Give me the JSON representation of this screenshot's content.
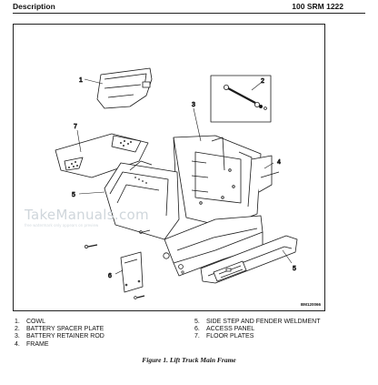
{
  "header": {
    "section": "Description",
    "doc_code": "100 SRM 1222"
  },
  "figure": {
    "code": "BM120066",
    "watermark": "TakeManuals.com",
    "watermark_sub": "free watermark only appears on preview",
    "callouts": [
      "1",
      "2",
      "3",
      "4",
      "5",
      "5",
      "6",
      "7"
    ]
  },
  "legend": {
    "col1": [
      {
        "num": "1.",
        "text": "COWL"
      },
      {
        "num": "2.",
        "text": "BATTERY SPACER PLATE"
      },
      {
        "num": "3.",
        "text": "BATTERY RETAINER ROD"
      },
      {
        "num": "4.",
        "text": "FRAME"
      }
    ],
    "col2": [
      {
        "num": "5.",
        "text": "SIDE STEP AND FENDER WELDMENT"
      },
      {
        "num": "6.",
        "text": "ACCESS PANEL"
      },
      {
        "num": "7.",
        "text": "FLOOR PLATES"
      }
    ]
  },
  "caption": "Figure 1. Lift Truck Main Frame"
}
